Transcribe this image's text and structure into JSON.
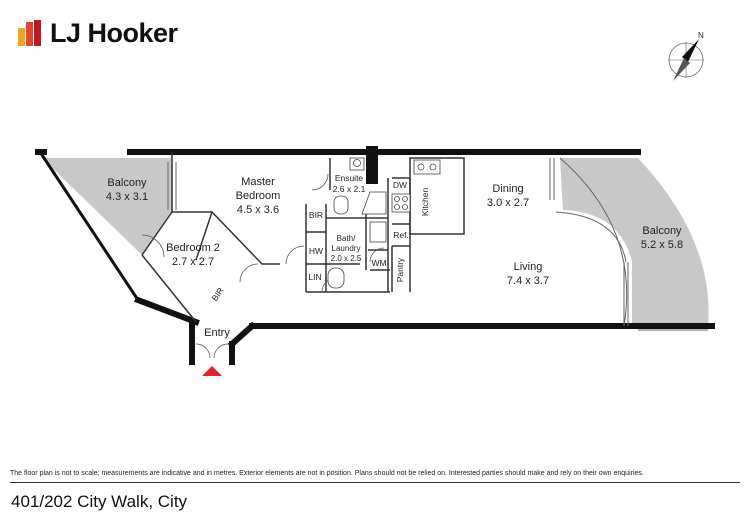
{
  "brand": {
    "name": "LJ Hooker",
    "colors": [
      "#f5a31a",
      "#e5432b",
      "#c3151d"
    ]
  },
  "compass": {
    "label": "N",
    "icon": "north-arrow-icon"
  },
  "rooms": {
    "balcony_left": {
      "name": "Balcony",
      "size": "4.3 x 3.1"
    },
    "master": {
      "name1": "Master",
      "name2": "Bedroom",
      "size": "4.5 x 3.6"
    },
    "ensuite": {
      "name": "Ensuite",
      "size": "2.6 x 2.1"
    },
    "bedroom2": {
      "name": "Bedroom 2",
      "size": "2.7 x 2.7"
    },
    "bath": {
      "name1": "Bath/",
      "name2": "Laundry",
      "size": "2.0 x 2.5"
    },
    "dining": {
      "name": "Dining",
      "size": "3.0 x 2.7"
    },
    "living": {
      "name": "Living",
      "size": "7.4 x 3.7"
    },
    "balcony_right": {
      "name": "Balcony",
      "size": "5.2 x 5.8"
    },
    "entry": {
      "name": "Entry"
    }
  },
  "fixtures": {
    "bir": "BIR",
    "hw": "HW",
    "lin": "LIN",
    "wm": "WM",
    "dw": "DW",
    "ref": "Ref.",
    "kitchen": "Kitchen",
    "pantry": "Pantry"
  },
  "entry_marker_color": "#e0202a",
  "balcony_fill": "#c8c8c8",
  "disclaimer": "The floor plan is not to scale; measurements are indicative and in metres. Exterior elements are not in position. Plans should not be relied on. Interested parties should make and rely on their own enquiries.",
  "address": "401/202 City Walk, City"
}
